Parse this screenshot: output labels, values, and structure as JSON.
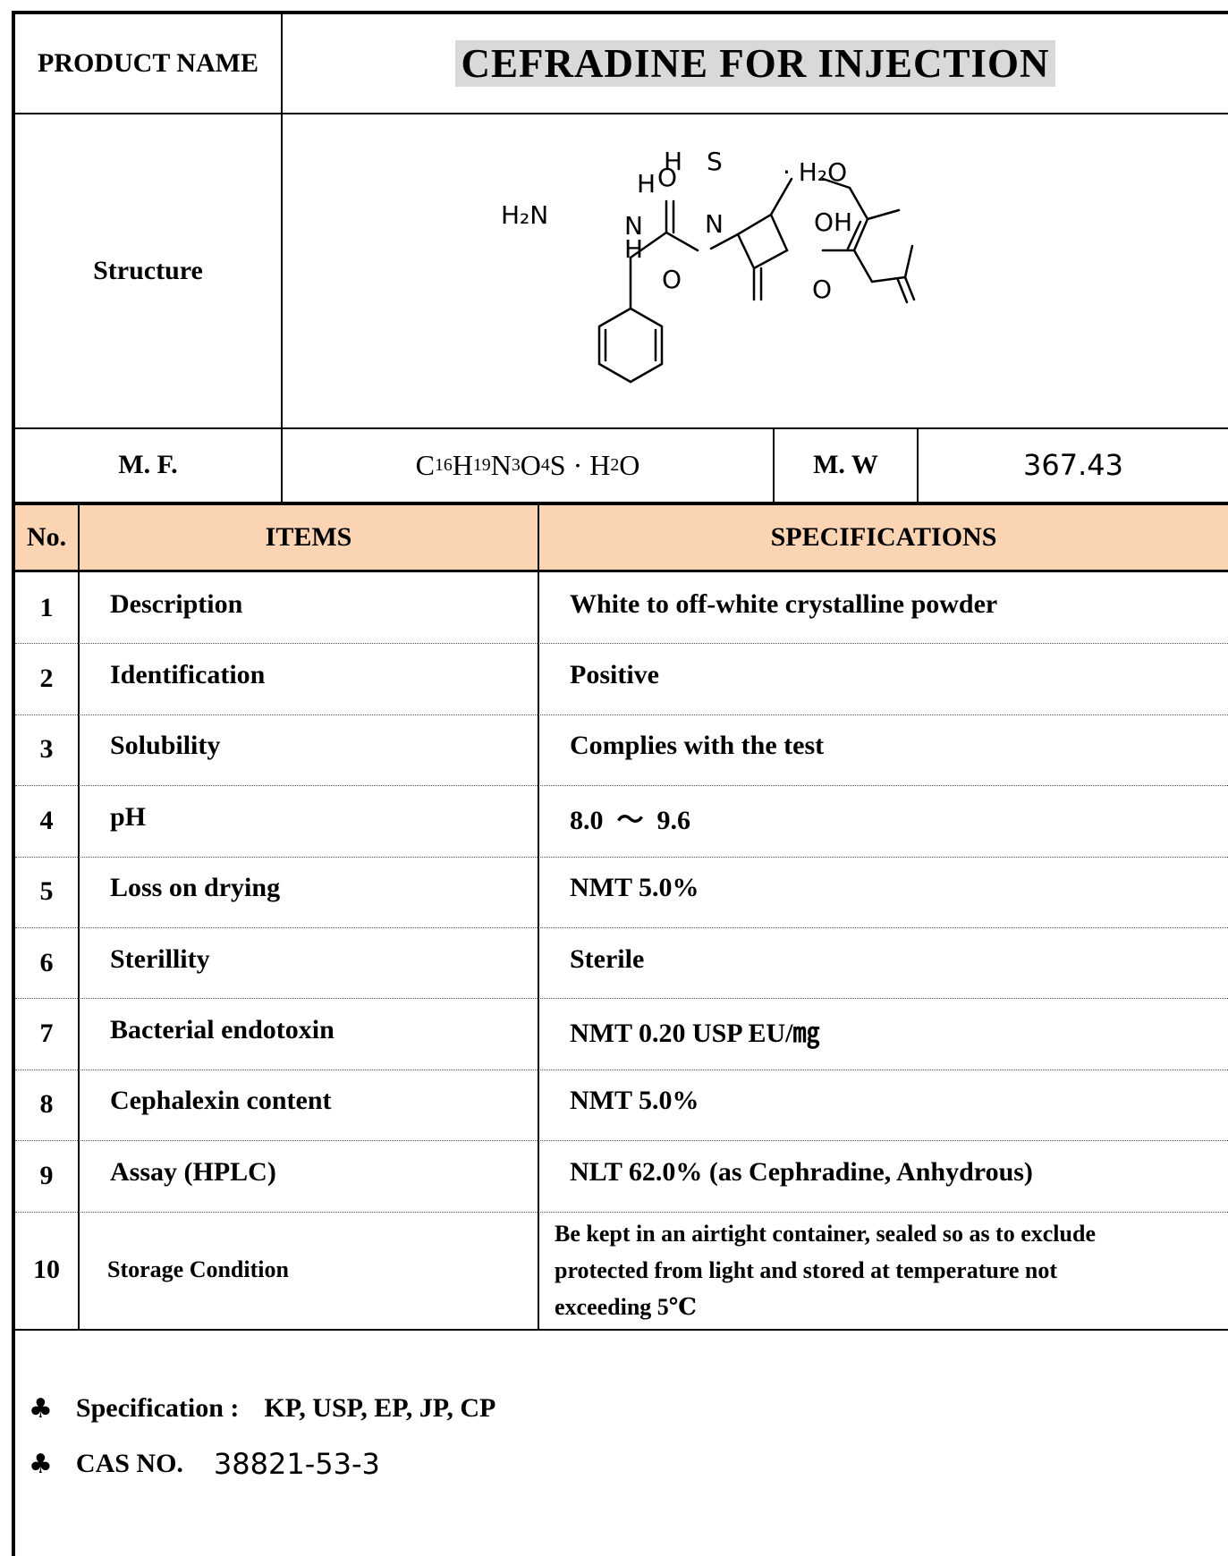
{
  "header": {
    "product_label": "PRODUCT NAME",
    "product_name": "CEFRADINE FOR INJECTION",
    "structure_label": "Structure"
  },
  "structure": {
    "amine": "H₂N",
    "h_label": "H",
    "nh_n": "N",
    "nh_h": "H",
    "o_top": "O",
    "s": "S",
    "n_ring": "N",
    "o_lactam": "O",
    "hydrate": "· H₂O",
    "oh": "OH",
    "o_acid": "O"
  },
  "formula": {
    "mf_label": "M. F.",
    "mf_parts": {
      "c": "C",
      "c_n": "16",
      "h": "H",
      "h_n": "19",
      "n": "N",
      "n_n": "3",
      "o": "O",
      "o_n": "4",
      "s": "S · ",
      "w_h": "H",
      "w_n": "2",
      "w_o": "O"
    },
    "mw_label": "M. W",
    "mw_value": "367.43"
  },
  "table": {
    "headers": {
      "no": "No.",
      "items": "ITEMS",
      "specs": "SPECIFICATIONS"
    },
    "header_color": "#fbd4b4",
    "rows": [
      {
        "no": "1",
        "item": "Description",
        "spec": "White to off-white crystalline powder"
      },
      {
        "no": "2",
        "item": "Identification",
        "spec": "Positive"
      },
      {
        "no": "3",
        "item": "Solubility",
        "spec": "Complies with the test"
      },
      {
        "no": "4",
        "item": "pH",
        "spec": "8.0  ～  9.6"
      },
      {
        "no": "5",
        "item": "Loss on drying",
        "spec": "NMT 5.0%"
      },
      {
        "no": "6",
        "item": "Sterillity",
        "spec": "Sterile"
      },
      {
        "no": "7",
        "item": "Bacterial endotoxin",
        "spec": "NMT 0.20 USP EU/㎎"
      },
      {
        "no": "8",
        "item": "Cephalexin content",
        "spec": "NMT 5.0%"
      },
      {
        "no": "9",
        "item": "Assay (HPLC)",
        "spec": "NLT 62.0% (as Cephradine, Anhydrous)"
      },
      {
        "no": "10",
        "item": "Storage Condition",
        "spec_lines": [
          "Be kept in an airtight container, sealed so as to exclude",
          "protected from light and stored at temperature not",
          "exceeding 5℃"
        ]
      }
    ]
  },
  "footer": {
    "bullet_icon": "club-suit-icon",
    "spec_label": "Specification :",
    "spec_value": "KP, USP, EP, JP, CP",
    "cas_label": "CAS NO.",
    "cas_value": "38821-53-3"
  }
}
